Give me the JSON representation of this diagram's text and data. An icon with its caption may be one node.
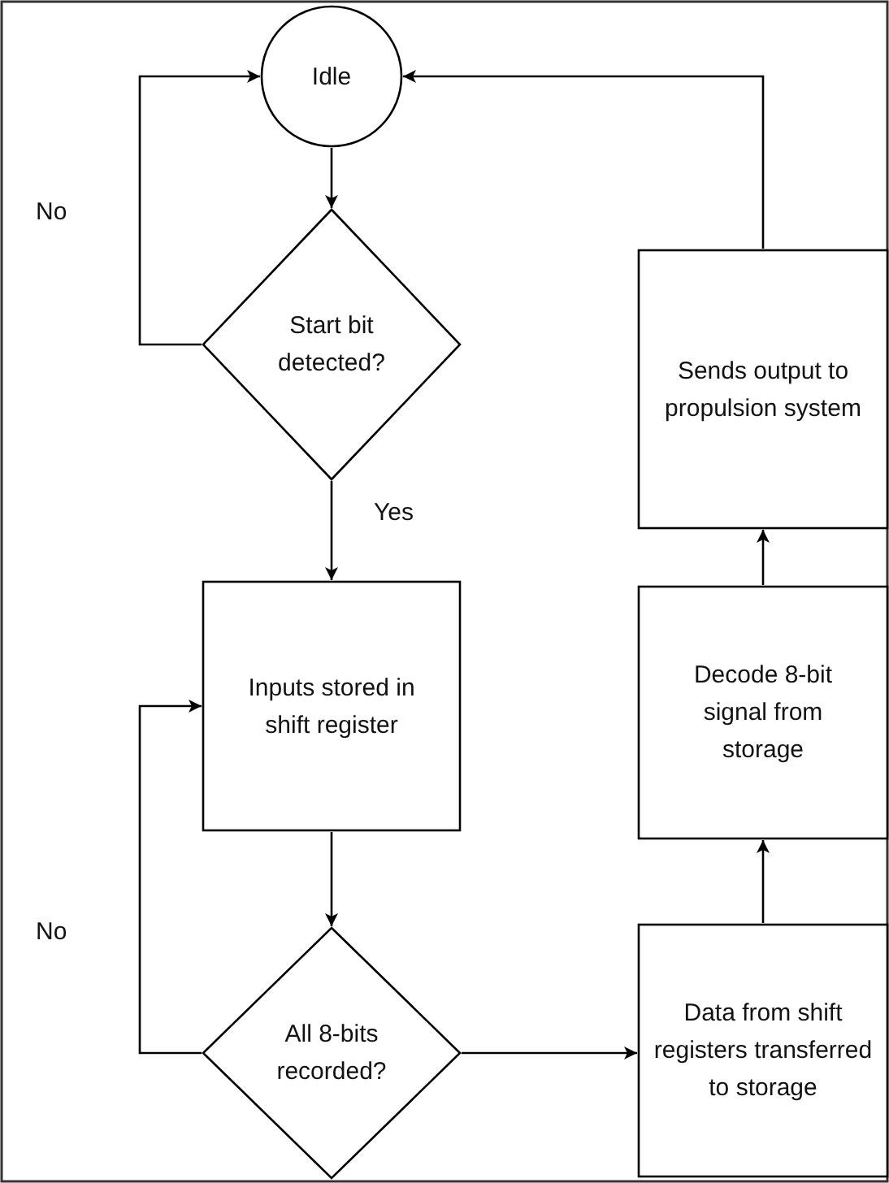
{
  "diagram": {
    "nodes": [
      {
        "text": [
          "Idle"
        ]
      },
      {
        "text": [
          "Start bit detected?"
        ]
      },
      {
        "text": [
          "Inputs stored in shift register"
        ]
      },
      {
        "text": [
          "All 8-bits recorded?"
        ]
      },
      {
        "text": [
          "Data from shift registers transferred to storage"
        ]
      },
      {
        "text": [
          "Decode 8-bit signal from storage"
        ]
      },
      {
        "text": [
          "Sends output to propulsion system"
        ]
      }
    ],
    "edges": [
      {
        "from": 0,
        "to": 1,
        "arrow": "to"
      },
      {
        "from": 1,
        "to": 2,
        "arrow": "to",
        "label": "Yes"
      },
      {
        "from": 1,
        "to": 0,
        "arrow": "to",
        "label": "No"
      },
      {
        "from": 2,
        "to": 3,
        "arrow": "to"
      },
      {
        "from": 3,
        "to": 2,
        "arrow": "to",
        "label": "No"
      },
      {
        "from": 3,
        "to": 4,
        "arrow": "to"
      },
      {
        "from": 4,
        "to": 5,
        "arrow": "to"
      },
      {
        "from": 5,
        "to": 6,
        "arrow": "to"
      },
      {
        "from": 6,
        "to": 0,
        "arrow": "to"
      }
    ]
  }
}
